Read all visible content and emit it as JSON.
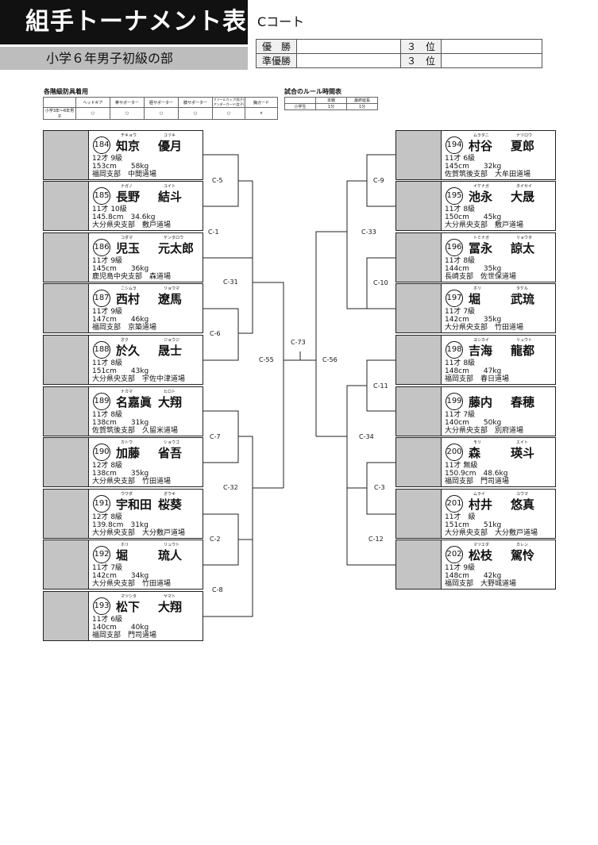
{
  "header": {
    "title": "組手トーナメント表",
    "subtitle": "小学６年男子初級の部",
    "court": "Cコート"
  },
  "results": {
    "winner": "優　勝",
    "runner_up": "準優勝",
    "third": "３　位"
  },
  "armor": {
    "title": "各階級防具着用",
    "headers": [
      "",
      "ヘッドギア",
      "拳サポーター",
      "脛サポーター",
      "膝サポーター",
      "ファールカップ(男子)\nアンダーガード(女子)",
      "胸ガード"
    ],
    "row": [
      "小学3年〜6年男子",
      "○",
      "○",
      "○",
      "○",
      "○",
      "×"
    ]
  },
  "rules": {
    "title": "試合のルール時間表",
    "headers": [
      "",
      "本戦",
      "最終延長"
    ],
    "row": [
      "小学生",
      "1分",
      "1分"
    ]
  },
  "left": [
    {
      "num": "184",
      "fk": "チキョウ",
      "gk": "ユヅキ",
      "fn": "知京",
      "gn": "優月",
      "age": "12才 9級",
      "body": "153cm　　58kg",
      "club": "福岡支部　中間道場"
    },
    {
      "num": "185",
      "fk": "ナガノ",
      "gk": "ユイト",
      "fn": "長野",
      "gn": "結斗",
      "age": "11才 10級",
      "body": "145.8cm　34.6kg",
      "club": "大分県央支部　敷戸道場"
    },
    {
      "num": "186",
      "fk": "コダマ",
      "gk": "ゲンタロウ",
      "fn": "児玉",
      "gn": "元太郎",
      "age": "11才 9級",
      "body": "145cm　　36kg",
      "club": "鹿児島中央支部　森道場"
    },
    {
      "num": "187",
      "fk": "ニシムラ",
      "gk": "リョウマ",
      "fn": "西村",
      "gn": "遼馬",
      "age": "11才 9級",
      "body": "147cm　　46kg",
      "club": "福岡支部　京築道場"
    },
    {
      "num": "188",
      "fk": "オク",
      "gk": "ジョウジ",
      "fn": "於久",
      "gn": "晟士",
      "age": "11才 8級",
      "body": "151cm　　43kg",
      "club": "大分県央支部　宇佐中津道場"
    },
    {
      "num": "189",
      "fk": "ナカマ",
      "gk": "ヒロト",
      "fn": "名嘉眞",
      "gn": "大翔",
      "age": "11才 8級",
      "body": "138cm　　31kg",
      "club": "佐賀筑後支部　久留米道場"
    },
    {
      "num": "190",
      "fk": "カトウ",
      "gk": "ショウゴ",
      "fn": "加藤",
      "gn": "省吾",
      "age": "12才 8級",
      "body": "138cm　　35kg",
      "club": "大分県央支部　竹田道場"
    },
    {
      "num": "191",
      "fk": "ウワダ",
      "gk": "オウキ",
      "fn": "宇和田",
      "gn": "桜葵",
      "age": "12才 8級",
      "body": "139.8cm　31kg",
      "club": "大分県央支部　大分敷戸道場"
    },
    {
      "num": "192",
      "fk": "ホリ",
      "gk": "リュウト",
      "fn": "堀",
      "gn": "琉人",
      "age": "11才 7級",
      "body": "142cm　　34kg",
      "club": "大分県央支部　竹田道場"
    },
    {
      "num": "193",
      "fk": "マツシタ",
      "gk": "ヤマト",
      "fn": "松下",
      "gn": "大翔",
      "age": "11才 6級",
      "body": "140cm　　40kg",
      "club": "福岡支部　門司道場"
    }
  ],
  "right": [
    {
      "num": "194",
      "fk": "ムラタニ",
      "gk": "ナツロウ",
      "fn": "村谷",
      "gn": "夏郎",
      "age": "11才 6級",
      "body": "145cm　　32kg",
      "club": "佐賀筑後支部　大牟田道場"
    },
    {
      "num": "195",
      "fk": "イケナガ",
      "gk": "タイセイ",
      "fn": "池永",
      "gn": "大晟",
      "age": "11才 8級",
      "body": "150cm　　45kg",
      "club": "大分県央支部　敷戸道場"
    },
    {
      "num": "196",
      "fk": "トミナガ",
      "gk": "リョウタ",
      "fn": "冨永",
      "gn": "諒太",
      "age": "11才 8級",
      "body": "144cm　　35kg",
      "club": "長崎支部　佐世保道場"
    },
    {
      "num": "197",
      "fk": "ホリ",
      "gk": "タケル",
      "fn": "堀",
      "gn": "武琉",
      "age": "11才 7級",
      "body": "142cm　　35kg",
      "club": "大分県央支部　竹田道場"
    },
    {
      "num": "198",
      "fk": "ヨシカイ",
      "gk": "リュウト",
      "fn": "吉海",
      "gn": "龍都",
      "age": "11才 8級",
      "body": "148cm　　47kg",
      "club": "福岡支部　春日道場"
    },
    {
      "num": "199",
      "fk": "",
      "gk": "",
      "fn": "藤内",
      "gn": "春穂",
      "age": "11才 7級",
      "body": "140cm　　50kg",
      "club": "大分県央支部　別府道場"
    },
    {
      "num": "200",
      "fk": "モリ",
      "gk": "エイト",
      "fn": "森",
      "gn": "瑛斗",
      "age": "11才 無級",
      "body": "150.9cm　48.6kg",
      "club": "福岡支部　門司道場"
    },
    {
      "num": "201",
      "fk": "ムライ",
      "gk": "ユウマ",
      "fn": "村井",
      "gn": "悠真",
      "age": "11才　級",
      "body": "151cm　　51kg",
      "club": "大分県央支部　大分敷戸道場"
    },
    {
      "num": "202",
      "fk": "マツエダ",
      "gk": "カレン",
      "fn": "松枝",
      "gn": "駕怜",
      "age": "11才 9級",
      "body": "148cm　　42kg",
      "club": "福岡支部　大野城道場"
    }
  ],
  "matches": {
    "c5": "C-5",
    "c1": "C-1",
    "c31": "C-31",
    "c6": "C-6",
    "c55": "C-55",
    "c7": "C-7",
    "c32": "C-32",
    "c2": "C-2",
    "c8": "C-8",
    "c73": "C-73",
    "c9": "C-9",
    "c33": "C-33",
    "c10": "C-10",
    "c56": "C-56",
    "c11": "C-11",
    "c34": "C-34",
    "c3": "C-3",
    "c12": "C-12"
  }
}
